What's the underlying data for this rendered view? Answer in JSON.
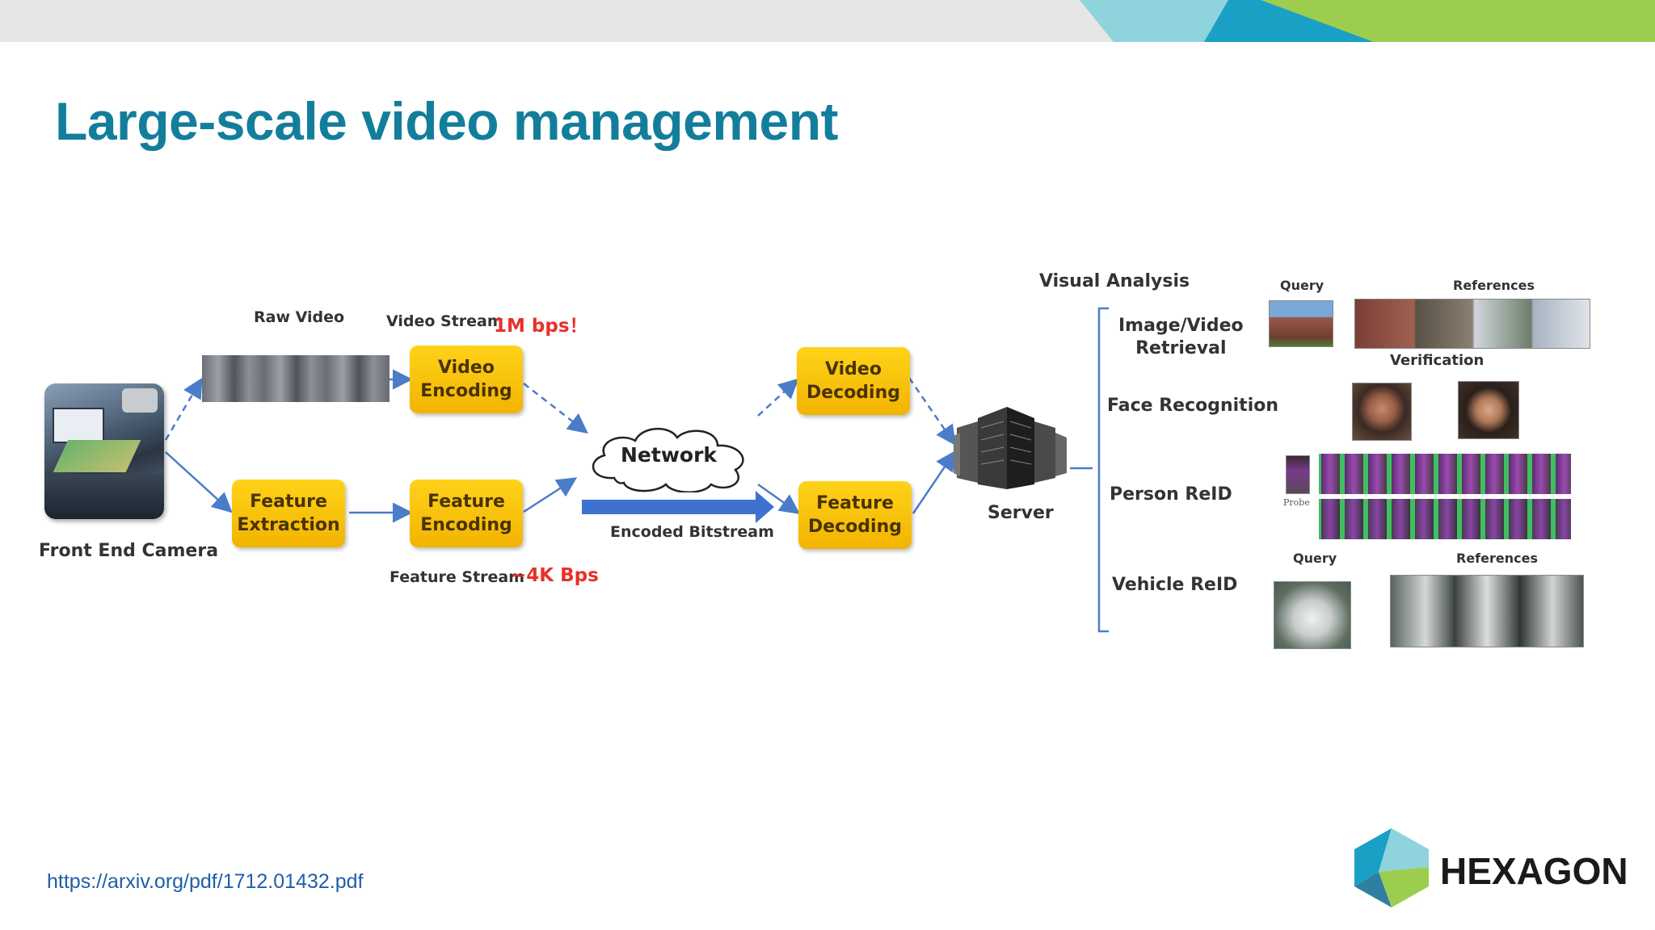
{
  "slide": {
    "title": "Large-scale video management",
    "footer_url": "https://arxiv.org/pdf/1712.01432.pdf",
    "brand": "HEXAGON"
  },
  "colors": {
    "title": "#137e9c",
    "box_fill": "#f7c100",
    "arrow": "#4a7cc9",
    "accent_red": "#e8302a",
    "band_teal": "#2aa6c8",
    "band_green": "#9ccd4f"
  },
  "pipeline": {
    "camera_label": "Front End Camera",
    "raw_video_label": "Raw Video",
    "video_stream_label": "Video Stream",
    "video_stream_rate": "1M bps！",
    "feature_stream_label": "Feature Stream",
    "feature_stream_rate": "~4K Bps",
    "video_encoding": "Video\nEncoding",
    "feature_extraction": "Feature\nExtraction",
    "feature_encoding": "Feature\nEncoding",
    "network": "Network",
    "encoded_bitstream": "Encoded Bitstream",
    "video_decoding": "Video\nDecoding",
    "feature_decoding": "Feature\nDecoding",
    "server": "Server"
  },
  "analysis": {
    "heading": "Visual Analysis",
    "tasks": [
      "Image/Video\nRetrieval",
      "Face Recognition",
      "Person ReID",
      "Vehicle ReID"
    ],
    "query_label": "Query",
    "references_label": "References",
    "verification_label": "Verification",
    "probe_label": "Probe",
    "query_label_2": "Query",
    "references_label_2": "References"
  },
  "icons": [
    "camera-collage-icon",
    "server-rack-icon",
    "cloud-icon",
    "hexagon-logo-icon"
  ]
}
